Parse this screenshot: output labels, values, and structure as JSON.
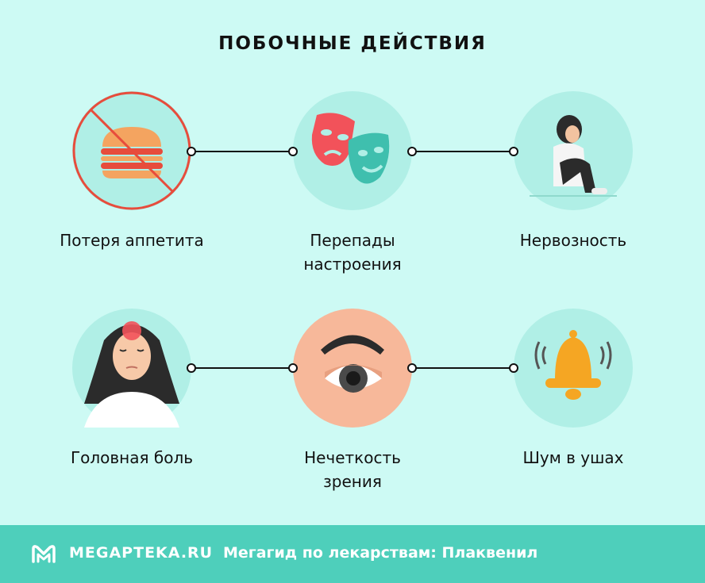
{
  "title": "ПОБОЧНЫЕ ДЕЙСТВИЯ",
  "effects": [
    {
      "label": "Потеря аппетита",
      "icon": "no-burger-icon"
    },
    {
      "label": "Перепады настроения",
      "icon": "theater-masks-icon"
    },
    {
      "label": "Нервозность",
      "icon": "anxious-person-icon"
    },
    {
      "label": "Головная боль",
      "icon": "headache-woman-icon"
    },
    {
      "label": "Нечеткость зрения",
      "icon": "eye-icon"
    },
    {
      "label": "Шум в ушах",
      "icon": "ringing-bell-icon"
    }
  ],
  "footer": {
    "brand": "MEGAPTEKA.RU",
    "tagline": "Мегагид по лекарствам: Плаквенил"
  },
  "colors": {
    "background": "#cdfaf4",
    "circle": "#b0efe6",
    "footer": "#4ecfbb",
    "accent_red": "#e74c3c",
    "accent_orange": "#f5a623"
  }
}
